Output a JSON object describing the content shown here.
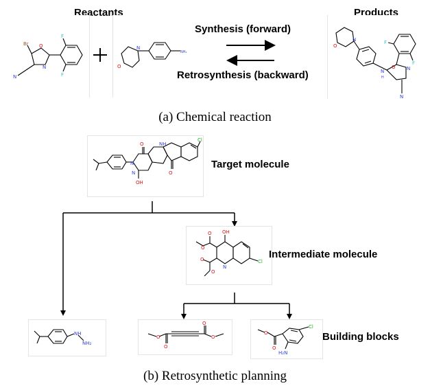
{
  "reaction": {
    "reactants_label": "Reactants",
    "products_label": "Products",
    "forward_label": "Synthesis (forward)",
    "backward_label": "Retrosynthesis (backward)",
    "caption": "(a) Chemical reaction",
    "atoms": {
      "br": "Br",
      "f": "F",
      "o": "O",
      "n": "N",
      "nh2": "NH₂",
      "nh": "H",
      "cn": "N"
    }
  },
  "planning": {
    "target_label": "Target molecule",
    "intermediate_label": "Intermediate molecule",
    "building_blocks_label": "Building blocks",
    "caption": "(b) Retrosynthetic planning",
    "atoms": {
      "o": "O",
      "oh": "OH",
      "n": "N",
      "nh": "NH",
      "cl": "Cl",
      "nh2": "NH₂",
      "h2n": "H₂N"
    }
  },
  "colors": {
    "nitrogen": "#2f3fd6",
    "oxygen": "#e01010",
    "fluorine": "#2ec4c4",
    "chlorine": "#22b022",
    "bromine": "#a0522d",
    "bond": "#000000"
  }
}
